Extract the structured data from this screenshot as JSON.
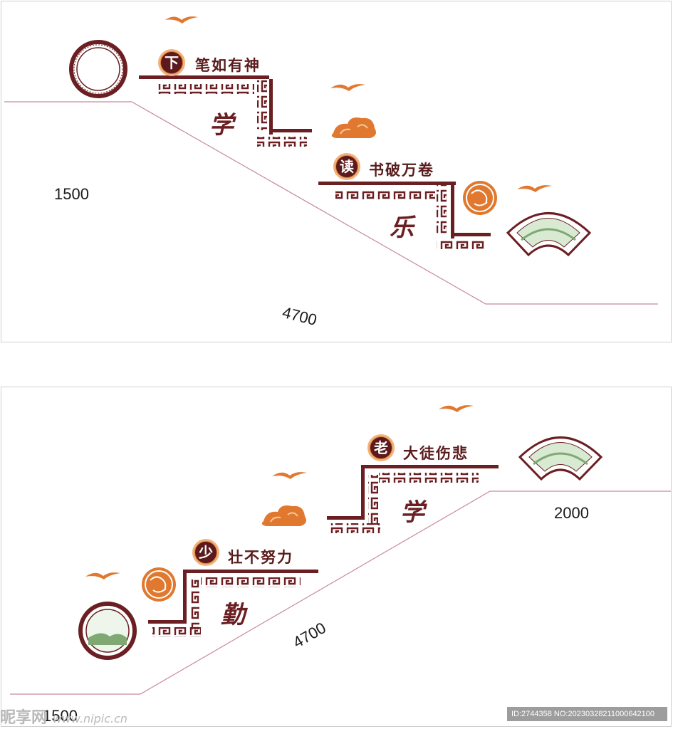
{
  "top_panel": {
    "dimension_height": "1500",
    "dimension_length": "4700",
    "line1": {
      "badge_char": "下",
      "phrase": "笔如有神",
      "big_char": "学"
    },
    "line2": {
      "badge_char": "读",
      "phrase": "书破万卷",
      "big_char": "乐"
    }
  },
  "bottom_panel": {
    "dimension_height_right": "2000",
    "dimension_length": "4700",
    "dimension_height_left": "1500",
    "line1": {
      "badge_char": "少",
      "phrase": "壮不努力",
      "big_char": "勤"
    },
    "line2": {
      "badge_char": "老",
      "phrase": "大徒伤悲",
      "big_char": "学"
    }
  },
  "watermark": {
    "brand": "昵享网",
    "url": "www.nipic.cn"
  },
  "image_id": "ID:2744358 NO:20230328211000642100",
  "colors": {
    "maroon": "#6b1f22",
    "orange": "#e0792f",
    "light_orange": "#f1b27c",
    "line": "#c98a9a"
  }
}
